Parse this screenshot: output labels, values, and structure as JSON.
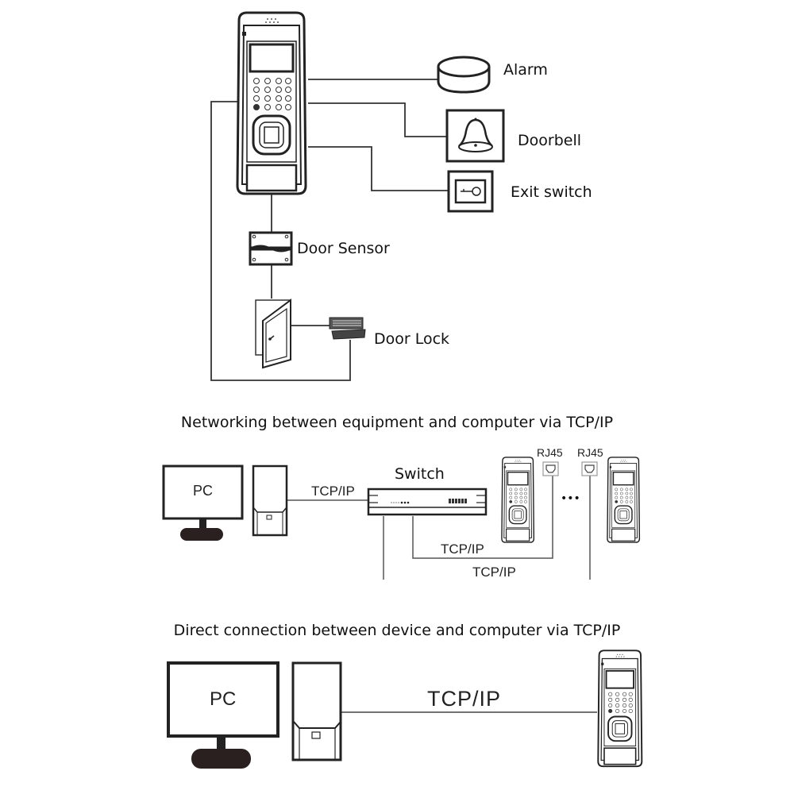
{
  "section1": {
    "devices": {
      "alarm": "Alarm",
      "doorbell": "Doorbell",
      "exit_switch": "Exit switch",
      "door_sensor": "Door Sensor",
      "door_lock": "Door Lock"
    }
  },
  "section2": {
    "title": "Networking between equipment and computer via TCP/IP",
    "pc_label": "PC",
    "switch_label": "Switch",
    "link_pc_switch": "TCP/IP",
    "link_device1": "TCP/IP",
    "link_device2": "TCP/IP",
    "rj45_1": "RJ45",
    "rj45_2": "RJ45",
    "ellipsis": "•••"
  },
  "section3": {
    "title": "Direct connection between device and computer via TCP/IP",
    "pc_label": "PC",
    "link_label": "TCP/IP"
  }
}
